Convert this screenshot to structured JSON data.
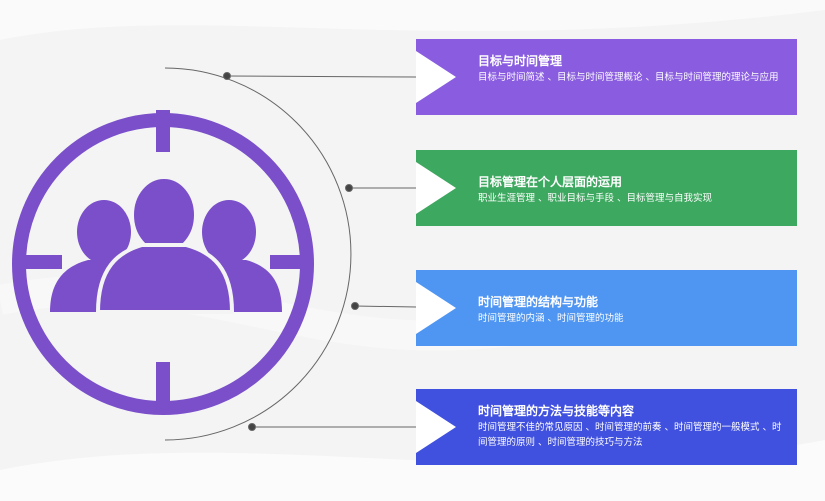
{
  "colors": {
    "background": "#f4f4f5",
    "target_ring": "#7a4fc9",
    "connector": "#555555",
    "card_1": "#8a5de0",
    "card_2": "#3da85f",
    "card_3": "#4f96f3",
    "card_4": "#4050df"
  },
  "icons": {
    "center": "people-target-icon",
    "pointer": "play-arrow-icon"
  },
  "cards": [
    {
      "title": "目标与时间管理",
      "description": "目标与时间简述 、目标与时间管理概论 、目标与时间管理的理论与应用"
    },
    {
      "title": "目标管理在个人层面的运用",
      "description": "职业生涯管理 、职业目标与手段 、目标管理与自我实现"
    },
    {
      "title": "时间管理的结构与功能",
      "description": "时间管理的内涵 、时间管理的功能"
    },
    {
      "title": "时间管理的方法与技能等内容",
      "description": "时间管理不佳的常见原因 、时间管理的前奏 、时间管理的一般模式 、时间管理的原则 、时间管理的技巧与方法"
    }
  ]
}
